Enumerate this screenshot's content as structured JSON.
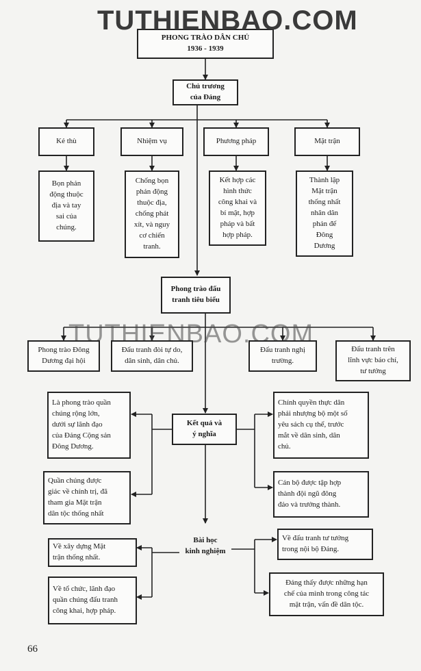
{
  "watermark": "TUTHIENBAO.COM",
  "title": "PHONG TRÀO DÂN CHỦ\n1936 - 1939",
  "policy": "Chủ trương\ncủa Đảng",
  "categories": [
    {
      "head": "Kẻ thù",
      "detail": "Bọn phản\nđộng thuộc\nđịa và tay\nsai của\nchúng."
    },
    {
      "head": "Nhiệm vụ",
      "detail": "Chống bọn\nphản động\nthuộc địa,\nchống phát\nxít, và nguy\ncơ chiến\ntranh."
    },
    {
      "head": "Phương pháp",
      "detail": "Kết hợp các\nhình thức\ncông khai và\nbí mật, hợp\npháp và bất\nhợp pháp."
    },
    {
      "head": "Mặt trận",
      "detail": "Thành lập\nMặt trận\nthống nhất\nnhân dân\nphản đế\nĐông\nDương"
    }
  ],
  "movement": "Phong trào đấu\ntranh tiêu biểu",
  "movements": [
    "Phong trào Đông\nDương đại hội",
    "Đấu tranh đòi tự do,\ndân sinh, dân chủ.",
    "Đấu tranh nghị\ntrường.",
    "Đấu tranh trên\nlĩnh vực báo chí,\ntư tưởng"
  ],
  "results": "Kết quả và\ný nghĩa",
  "results_left": [
    "Là phong trào quần\nchúng rộng lớn,\ndưới sự lãnh đạo\ncủa Đảng Cộng sản\nĐông Dương.",
    "Quần chúng được\ngiác về chính trị, đã\ntham gia Mặt trận\ndân tộc thống nhất"
  ],
  "results_right": [
    "Chính quyền thực dân\nphải nhượng bộ một số\nyêu sách cụ thể, trước\nmắt về dân sinh, dân\nchủ.",
    "Cán bộ được tập hợp\nthành đội ngũ đông\nđảo và trưởng thành."
  ],
  "lessons": "Bài học\nkinh nghiệm",
  "lessons_left": [
    "Về xây dựng Mặt\ntrận thống nhất.",
    "Về tổ chức, lãnh đạo\nquần chúng đấu tranh\ncông khai, hợp pháp."
  ],
  "lessons_right": [
    "Về đấu tranh tư tưởng\ntrong nội bộ Đảng.",
    "Đảng thấy được những hạn\nchế của mình trong công tác\nmặt trận, vấn đề dân tộc."
  ],
  "page_number": "66"
}
